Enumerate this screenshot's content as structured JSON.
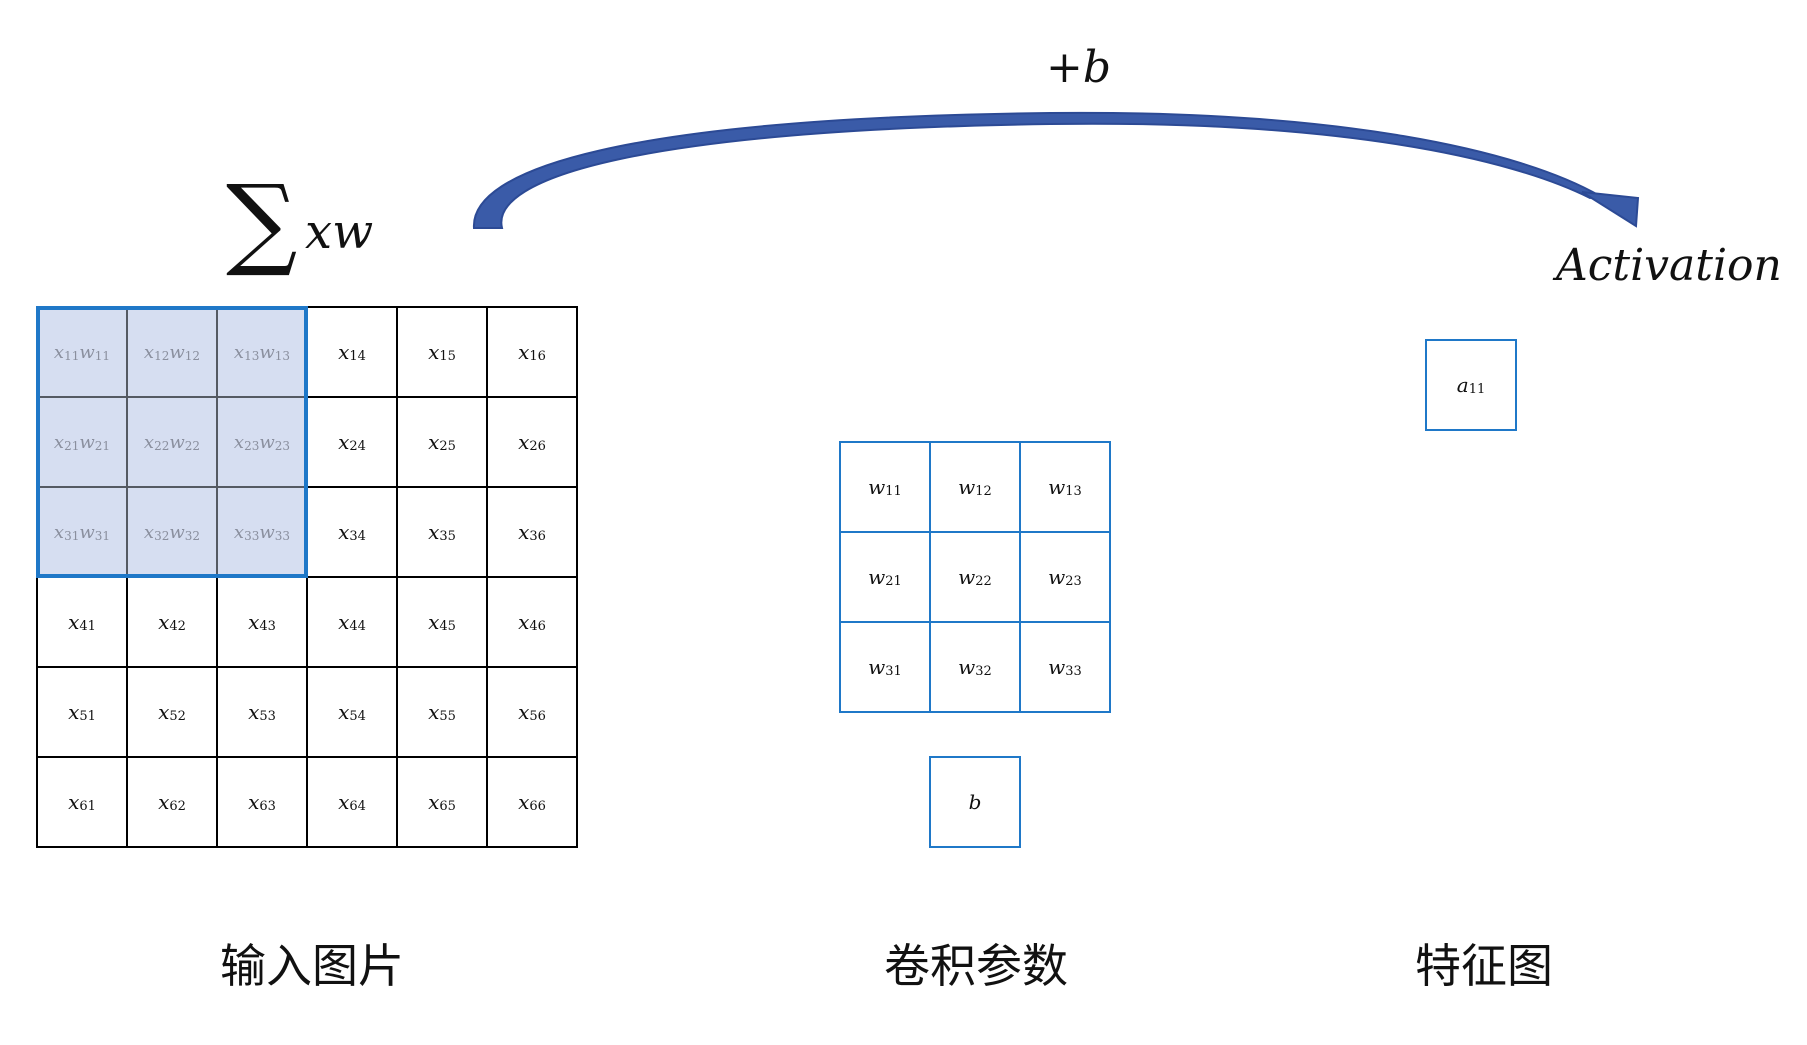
{
  "formula_sum": "∑",
  "formula_xw": "xw",
  "formula_bias": "+b",
  "activation_label": "Activation",
  "input_label": "输入图片",
  "kernel_label": "卷积参数",
  "feature_label": "特征图",
  "input_grid": [
    [
      [
        "x",
        "11",
        "w",
        "11"
      ],
      [
        "x",
        "12",
        "w",
        "12"
      ],
      [
        "x",
        "13",
        "w",
        "13"
      ],
      [
        "x",
        "14"
      ],
      [
        "x",
        "15"
      ],
      [
        "x",
        "16"
      ]
    ],
    [
      [
        "x",
        "21",
        "w",
        "21"
      ],
      [
        "x",
        "22",
        "w",
        "22"
      ],
      [
        "x",
        "23",
        "w",
        "23"
      ],
      [
        "x",
        "24"
      ],
      [
        "x",
        "25"
      ],
      [
        "x",
        "26"
      ]
    ],
    [
      [
        "x",
        "31",
        "w",
        "31"
      ],
      [
        "x",
        "32",
        "w",
        "32"
      ],
      [
        "x",
        "33",
        "w",
        "33"
      ],
      [
        "x",
        "34"
      ],
      [
        "x",
        "35"
      ],
      [
        "x",
        "36"
      ]
    ],
    [
      [
        "x",
        "41"
      ],
      [
        "x",
        "42"
      ],
      [
        "x",
        "43"
      ],
      [
        "x",
        "44"
      ],
      [
        "x",
        "45"
      ],
      [
        "x",
        "46"
      ]
    ],
    [
      [
        "x",
        "51"
      ],
      [
        "x",
        "52"
      ],
      [
        "x",
        "53"
      ],
      [
        "x",
        "54"
      ],
      [
        "x",
        "55"
      ],
      [
        "x",
        "56"
      ]
    ],
    [
      [
        "x",
        "61"
      ],
      [
        "x",
        "62"
      ],
      [
        "x",
        "63"
      ],
      [
        "x",
        "64"
      ],
      [
        "x",
        "65"
      ],
      [
        "x",
        "66"
      ]
    ]
  ],
  "kernel_grid": [
    [
      [
        "w",
        "11"
      ],
      [
        "w",
        "12"
      ],
      [
        "w",
        "13"
      ]
    ],
    [
      [
        "w",
        "21"
      ],
      [
        "w",
        "22"
      ],
      [
        "w",
        "23"
      ]
    ],
    [
      [
        "w",
        "31"
      ],
      [
        "w",
        "32"
      ],
      [
        "w",
        "33"
      ]
    ]
  ],
  "bias_cell": "b",
  "output_cell": [
    "a",
    "11"
  ],
  "colors": {
    "highlight_fill": "#d6def1",
    "highlight_border": "#1f78c8",
    "kernel_border": "#1f78c8",
    "arrow": "#3a5ba8"
  }
}
